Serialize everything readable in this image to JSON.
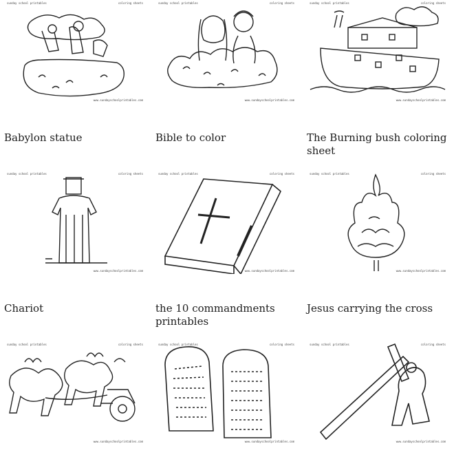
{
  "watermarks": {
    "brand": "sunday school printables",
    "tag": "coloring sheets",
    "url": "www.sundayschoolprintables.com"
  },
  "titles": {
    "row2": [
      "Babylon statue",
      "Bible to color",
      "The Burning bush coloring sheet"
    ],
    "row3": [
      "Chariot",
      "the 10 commandments printables",
      "Jesus carrying the cross"
    ]
  },
  "tile_subjects": {
    "row1": [
      "adam-and-eve-in-garden",
      "adam-and-eve-behind-bush",
      "noahs-ark"
    ],
    "row2": [
      "babylon-statue",
      "bible-book",
      "burning-bush"
    ],
    "row3": [
      "chariot-of-fire",
      "ten-commandments-tablets",
      "jesus-carrying-cross"
    ]
  },
  "tablet_text": "(commandment script, illegible)",
  "colors": {
    "line": "#222222",
    "bg": "#ffffff"
  }
}
